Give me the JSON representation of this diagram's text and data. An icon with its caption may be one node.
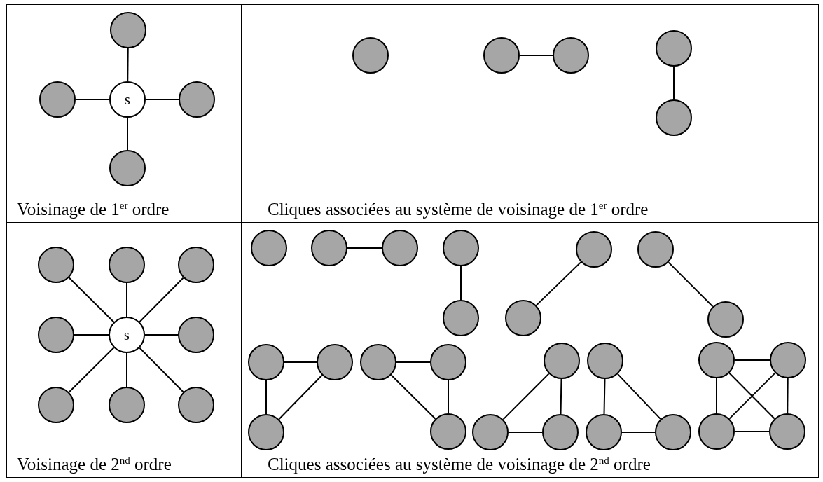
{
  "diagram": {
    "nodes": [
      {
        "text": [
          "Voisinage de 1$^{er}$ ordre"
        ]
      },
      {
        "text": [],
        "shape": "circle",
        "in": 0
      },
      {
        "text": [],
        "shape": "circle",
        "in": 0
      },
      {
        "text": [
          "s"
        ],
        "in": 0
      },
      {
        "text": [],
        "shape": "circle",
        "in": 0
      },
      {
        "text": [],
        "shape": "circle",
        "in": 0
      },
      {
        "text": [
          "Cliques associées au système de voisinage de 1$^{er}$ ordre"
        ]
      },
      {
        "text": [],
        "shape": "circle",
        "in": 6
      },
      {
        "text": [],
        "shape": "circle",
        "in": 6
      },
      {
        "text": [],
        "shape": "circle",
        "in": 6
      },
      {
        "text": [],
        "shape": "circle",
        "in": 6
      },
      {
        "text": [],
        "shape": "circle",
        "in": 6
      },
      {
        "text": [
          "Voisinage de 2$^{nd}$ ordre"
        ]
      },
      {
        "text": [],
        "shape": "circle",
        "in": 12
      },
      {
        "text": [],
        "shape": "circle",
        "in": 12
      },
      {
        "text": [],
        "shape": "circle",
        "in": 12
      },
      {
        "text": [],
        "shape": "circle",
        "in": 12
      },
      {
        "text": [
          "s"
        ],
        "in": 12
      },
      {
        "text": [],
        "shape": "circle",
        "in": 12
      },
      {
        "text": [],
        "shape": "circle",
        "in": 12
      },
      {
        "text": [],
        "shape": "circle",
        "in": 12
      },
      {
        "text": [],
        "shape": "circle",
        "in": 12
      },
      {
        "text": [
          "Cliques associées au système de voisinage de 2$^{nd}$ ordre"
        ]
      },
      {
        "text": [],
        "shape": "circle",
        "in": 22
      },
      {
        "text": [],
        "shape": "circle",
        "in": 22
      },
      {
        "text": [],
        "shape": "circle",
        "in": 22
      },
      {
        "text": [],
        "shape": "circle",
        "in": 22
      },
      {
        "text": [],
        "shape": "circle",
        "in": 22
      },
      {
        "text": [],
        "shape": "circle",
        "in": 22
      },
      {
        "text": [],
        "shape": "circle",
        "in": 22
      },
      {
        "text": [],
        "shape": "circle",
        "in": 22
      },
      {
        "text": [],
        "shape": "circle",
        "in": 22
      },
      {
        "text": [],
        "shape": "circle",
        "in": 22
      },
      {
        "text": [],
        "shape": "circle",
        "in": 22
      },
      {
        "text": [],
        "shape": "circle",
        "in": 22
      },
      {
        "text": [],
        "shape": "circle",
        "in": 22
      },
      {
        "text": [],
        "shape": "circle",
        "in": 22
      },
      {
        "text": [],
        "shape": "circle",
        "in": 22
      },
      {
        "text": [],
        "shape": "circle",
        "in": 22
      },
      {
        "text": [],
        "shape": "circle",
        "in": 22
      },
      {
        "text": [],
        "shape": "circle",
        "in": 22
      },
      {
        "text": [],
        "shape": "circle",
        "in": 22
      },
      {
        "text": [],
        "shape": "circle",
        "in": 22
      },
      {
        "text": [],
        "shape": "circle",
        "in": 22
      },
      {
        "text": [],
        "shape": "circle",
        "in": 22
      },
      {
        "text": [],
        "shape": "circle",
        "in": 22
      },
      {
        "text": [],
        "shape": "circle",
        "in": 22
      },
      {
        "text": [],
        "shape": "circle",
        "in": 22
      }
    ],
    "edges": [
      {
        "from": 3,
        "to": 1,
        "arrow": "none"
      },
      {
        "from": 3,
        "to": 2,
        "arrow": "none"
      },
      {
        "from": 3,
        "to": 4,
        "arrow": "none"
      },
      {
        "from": 3,
        "to": 5,
        "arrow": "none"
      },
      {
        "from": 8,
        "to": 9,
        "arrow": "none"
      },
      {
        "from": 10,
        "to": 11,
        "arrow": "none"
      },
      {
        "from": 17,
        "to": 13,
        "arrow": "none"
      },
      {
        "from": 17,
        "to": 14,
        "arrow": "none"
      },
      {
        "from": 17,
        "to": 15,
        "arrow": "none"
      },
      {
        "from": 17,
        "to": 16,
        "arrow": "none"
      },
      {
        "from": 17,
        "to": 18,
        "arrow": "none"
      },
      {
        "from": 17,
        "to": 19,
        "arrow": "none"
      },
      {
        "from": 17,
        "to": 20,
        "arrow": "none"
      },
      {
        "from": 17,
        "to": 21,
        "arrow": "none"
      },
      {
        "from": 24,
        "to": 25,
        "arrow": "none"
      },
      {
        "from": 26,
        "to": 27,
        "arrow": "none"
      },
      {
        "from": 28,
        "to": 29,
        "arrow": "none"
      },
      {
        "from": 30,
        "to": 31,
        "arrow": "none"
      },
      {
        "from": 32,
        "to": 33,
        "arrow": "none"
      },
      {
        "from": 32,
        "to": 34,
        "arrow": "none"
      },
      {
        "from": 33,
        "to": 34,
        "arrow": "none"
      },
      {
        "from": 35,
        "to": 36,
        "arrow": "none"
      },
      {
        "from": 36,
        "to": 37,
        "arrow": "none"
      },
      {
        "from": 35,
        "to": 37,
        "arrow": "none"
      },
      {
        "from": 38,
        "to": 39,
        "arrow": "none"
      },
      {
        "from": 38,
        "to": 40,
        "arrow": "none"
      },
      {
        "from": 39,
        "to": 40,
        "arrow": "none"
      },
      {
        "from": 41,
        "to": 42,
        "arrow": "none"
      },
      {
        "from": 41,
        "to": 43,
        "arrow": "none"
      },
      {
        "from": 42,
        "to": 43,
        "arrow": "none"
      },
      {
        "from": 44,
        "to": 45,
        "arrow": "none"
      },
      {
        "from": 44,
        "to": 46,
        "arrow": "none"
      },
      {
        "from": 45,
        "to": 47,
        "arrow": "none"
      },
      {
        "from": 46,
        "to": 47,
        "arrow": "none"
      },
      {
        "from": 44,
        "to": 47,
        "arrow": "none"
      },
      {
        "from": 45,
        "to": 46,
        "arrow": "none"
      }
    ]
  }
}
